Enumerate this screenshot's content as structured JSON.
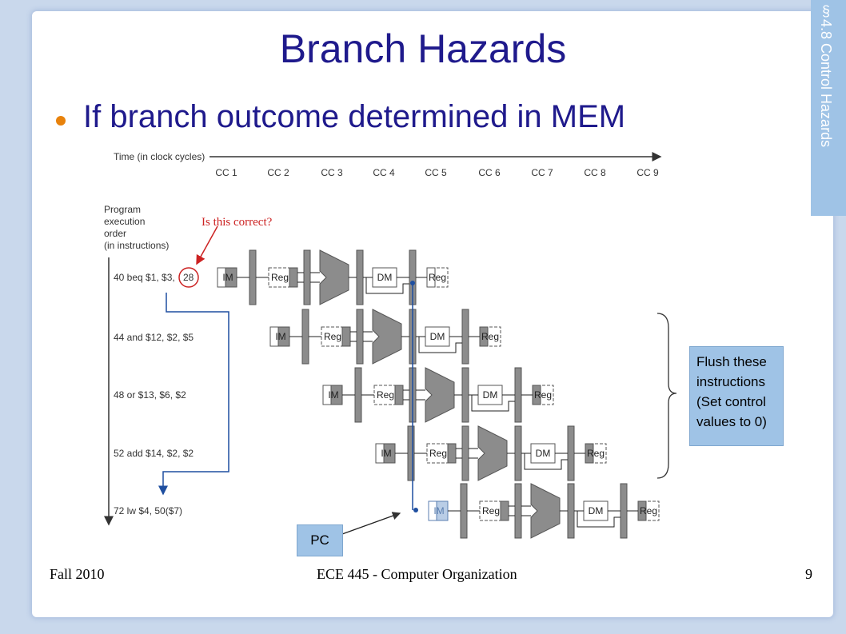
{
  "slide": {
    "title": "Branch Hazards",
    "side_tab": "§4.8 Control Hazards",
    "bullet": "If branch outcome determined in MEM",
    "footer_left": "Fall 2010",
    "footer_center": "ECE 445 - Computer Organization",
    "footer_right": "9"
  },
  "diagram": {
    "time_label": "Time (in clock cycles)",
    "cycles": [
      "CC 1",
      "CC 2",
      "CC 3",
      "CC 4",
      "CC 5",
      "CC 6",
      "CC 7",
      "CC 8",
      "CC 9"
    ],
    "order_label": [
      "Program",
      "execution",
      "order",
      "(in instructions)"
    ],
    "instructions": [
      "40 beq $1, $3, 28",
      "44 and $12, $2, $5",
      "48 or $13, $6, $2",
      "52 add $14, $2, $2",
      "72 lw $4, 50($7)"
    ],
    "beq_prefix": "40 beq $1, $3,",
    "beq_target": "28",
    "stage_im": "IM",
    "stage_reg": "Reg",
    "stage_dm": "DM",
    "question": "Is this correct?",
    "flush_callout": "Flush these instructions (Set control values to 0)",
    "pc_callout": "PC"
  },
  "colors": {
    "title": "#1f1a8c",
    "side_tab": "#9fc3e6",
    "bullet": "#e8820c",
    "highlight": "#cc2222",
    "pipeline_gray": "#8c8c8c",
    "pc_blue": "#1f4fa0"
  }
}
